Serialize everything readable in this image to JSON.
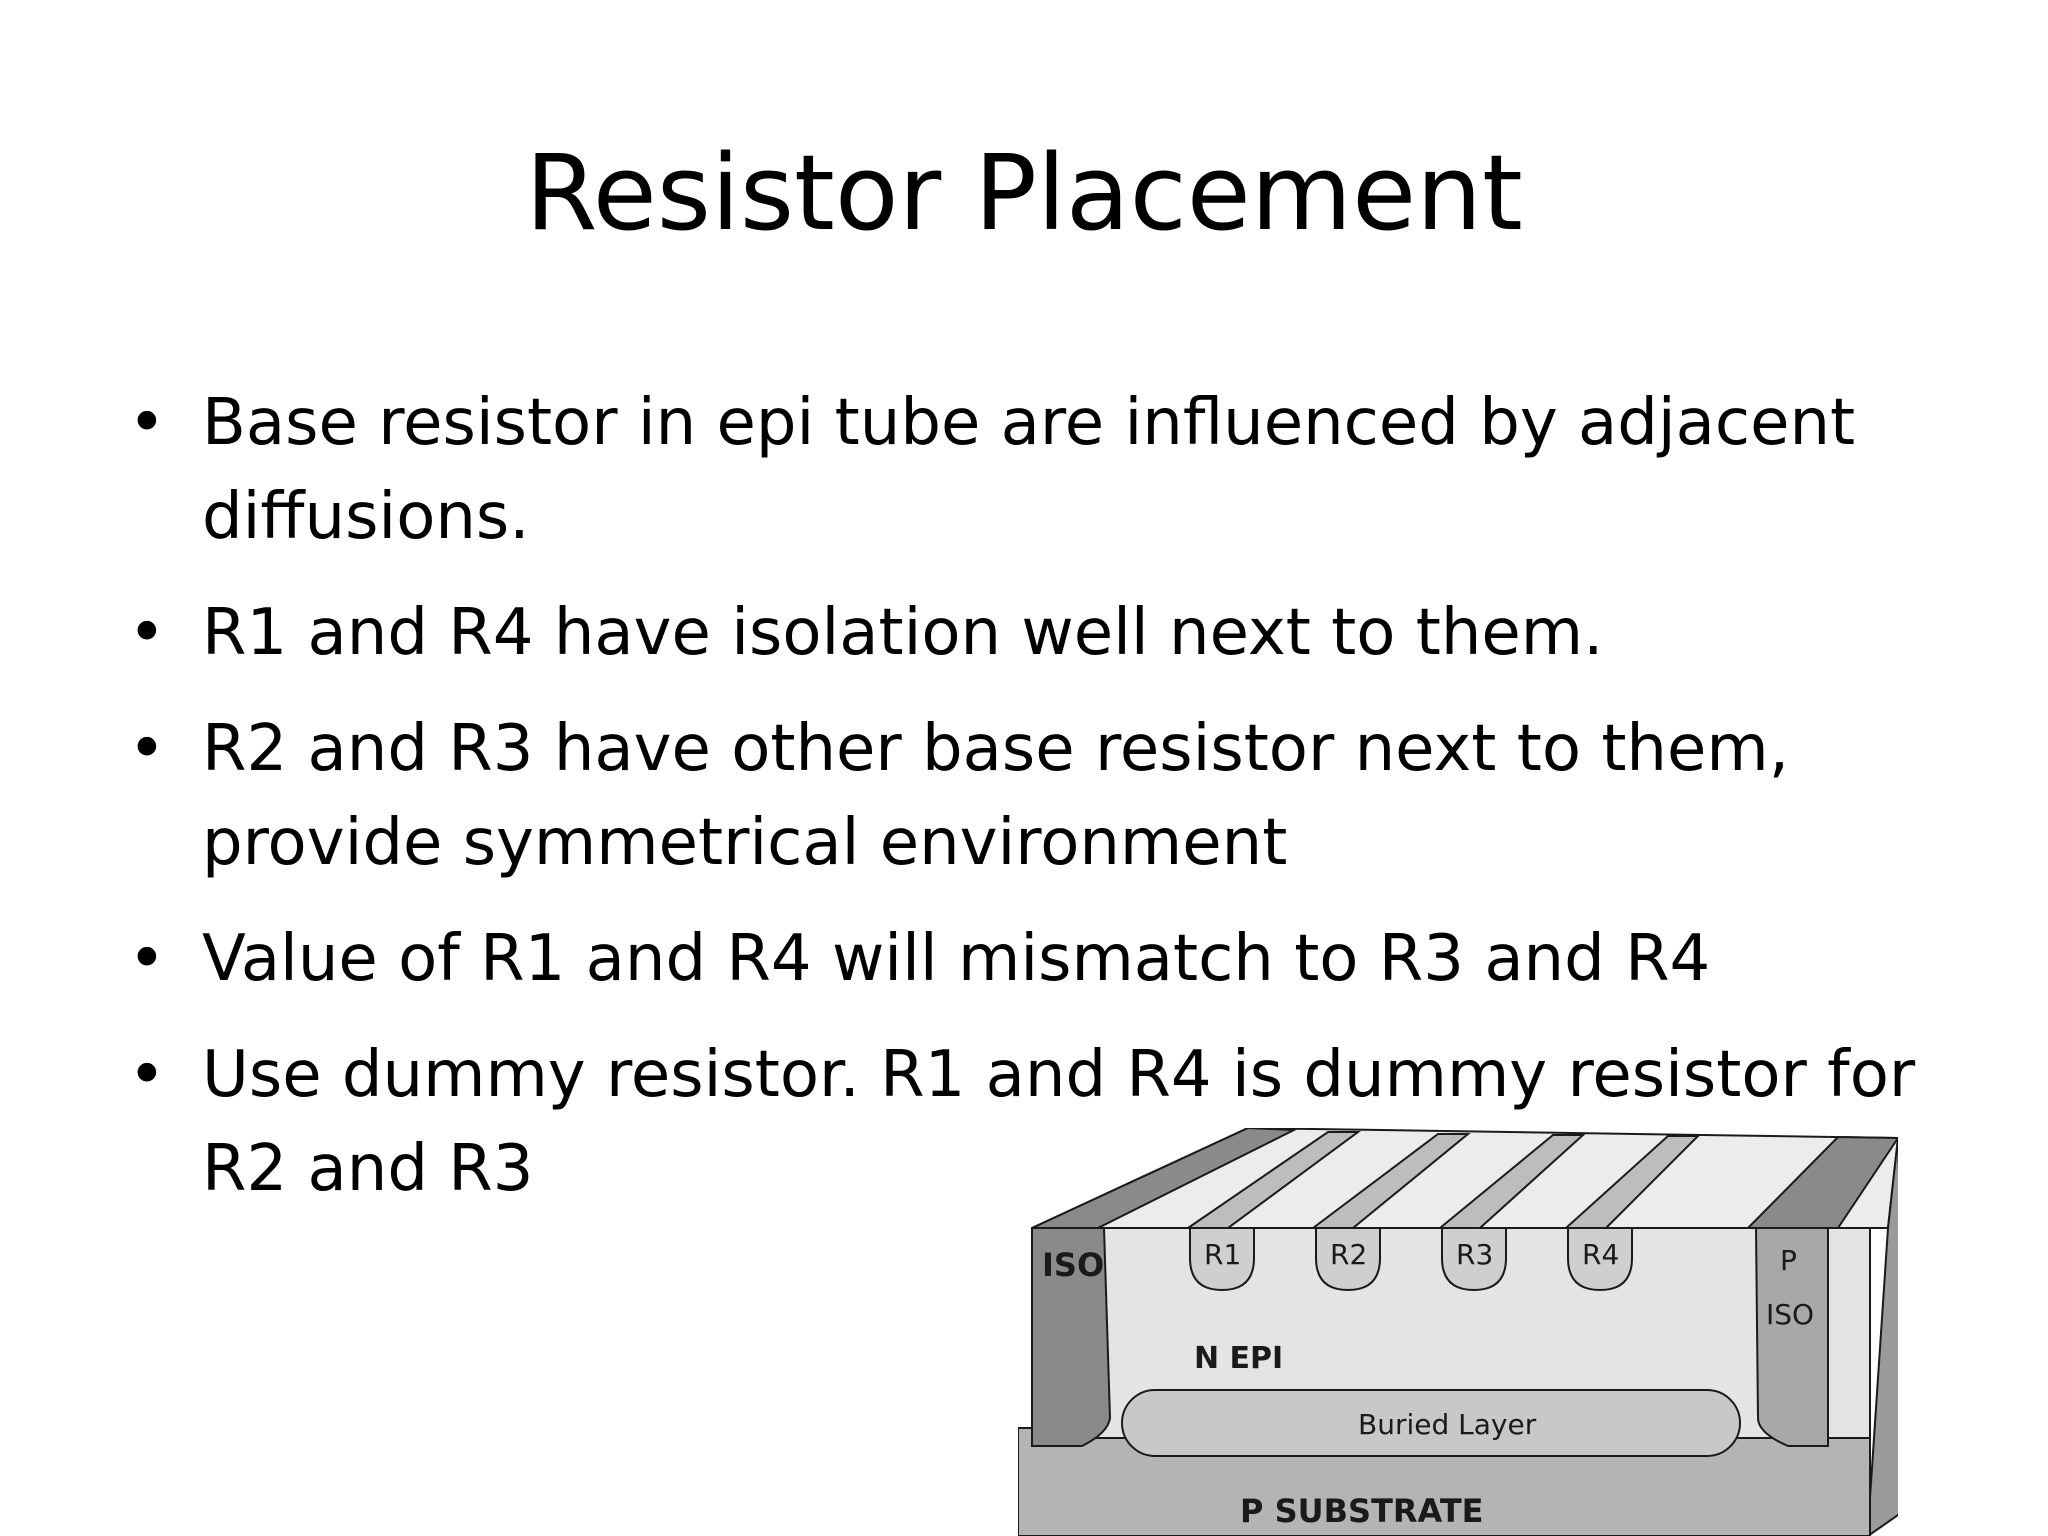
{
  "slide": {
    "title": "Resistor Placement",
    "bullets": [
      "Base resistor in epi tube are influenced by adjacent diffusions.",
      "R1 and R4 have isolation well next to them.",
      "R2 and R3 have other base resistor next to them, provide symmetrical environment",
      "Value of R1 and R4 will mismatch to R3 and R4",
      "Use dummy resistor. R1 and R4 is dummy resistor for R2 and R3"
    ],
    "bullet_symbol": "•"
  },
  "diagram": {
    "labels": {
      "iso_left": "ISO",
      "r1": "R1",
      "r2": "R2",
      "r3": "R3",
      "r4": "R4",
      "p_iso_p": "P",
      "p_iso_iso": "ISO",
      "n_epi": "N EPI",
      "buried_layer": "Buried Layer",
      "p_substrate": "P SUBSTRATE"
    },
    "colors": {
      "iso": "#8a8a8a",
      "epi": "#e4e4e4",
      "resistor": "#cfcfcf",
      "buried": "#c8c8c8",
      "substrate": "#b4b4b4",
      "outline": "#1a1a1a"
    }
  }
}
